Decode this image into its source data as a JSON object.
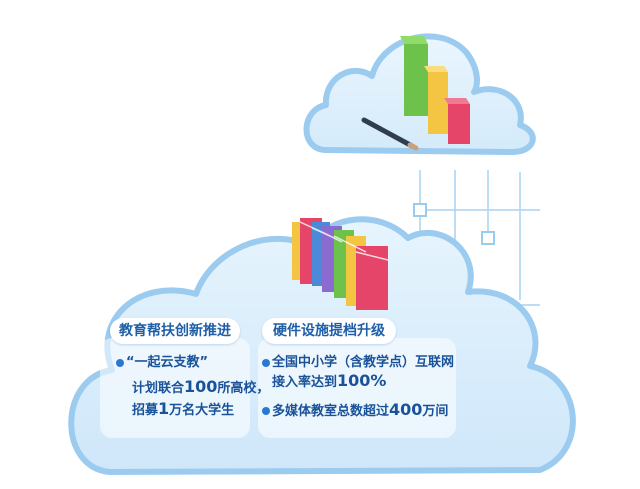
{
  "left_panel": {
    "heading": "教育帮扶创新推进",
    "item": {
      "title": "“一起云支教”",
      "line1_pre": "计划联合",
      "line1_num": "100",
      "line1_post": "所高校，",
      "line2_pre": "招募",
      "line2_num": "1",
      "line2_post": "万名大学生"
    }
  },
  "right_panel": {
    "heading": "硬件设施提档升级",
    "item1": {
      "line1": "全国中小学（含教学点）互联网",
      "line2_pre": "接入率达到",
      "line2_num": "100%"
    },
    "item2": {
      "pre": "多媒体教室总数超过",
      "num": "400",
      "post": "万间"
    }
  },
  "colors": {
    "cloud_fill": "#d6ecfb",
    "cloud_border": "#9ccbf0",
    "text_blue": "#1a5299",
    "bar_green": "#6cc24a",
    "bar_yellow": "#f4c543",
    "bar_red": "#e6456a"
  }
}
